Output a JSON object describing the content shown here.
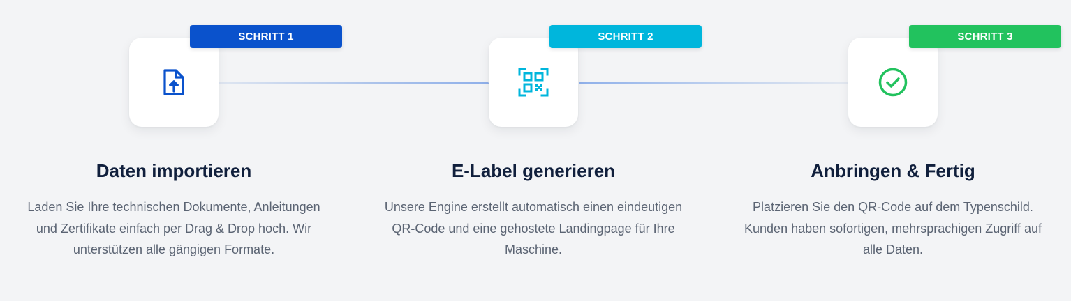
{
  "colors": {
    "background": "#f3f4f6",
    "card": "#ffffff",
    "title": "#101f3c",
    "text": "#5b6473",
    "step1": "#0a52cc",
    "step2": "#00b6dc",
    "step3": "#22c25e"
  },
  "steps": [
    {
      "badge": "SCHRITT 1",
      "icon": "file-upload-icon",
      "title": "Daten importieren",
      "description": "Laden Sie Ihre technischen Dokumente, Anleitungen und Zertifikate einfach per Drag & Drop hoch. Wir unterstützen alle gängigen Formate."
    },
    {
      "badge": "SCHRITT 2",
      "icon": "qr-code-scan-icon",
      "title": "E-Label generieren",
      "description": "Unsere Engine erstellt automatisch einen eindeutigen QR-Code und eine gehostete Landingpage für Ihre Maschine."
    },
    {
      "badge": "SCHRITT 3",
      "icon": "check-circle-icon",
      "title": "Anbringen & Fertig",
      "description": "Platzieren Sie den QR-Code auf dem Typenschild. Kunden haben sofortigen, mehrsprachigen Zugriff auf alle Daten."
    }
  ]
}
